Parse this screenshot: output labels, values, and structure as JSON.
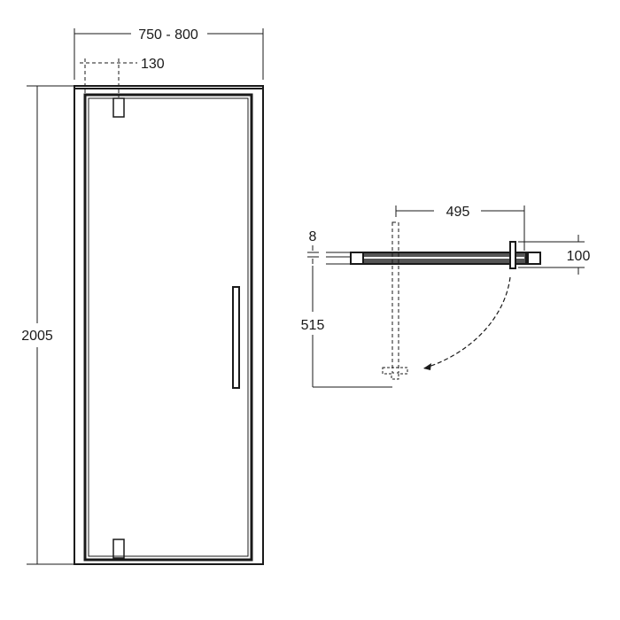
{
  "front_elevation": {
    "width_label": "750 - 800",
    "hinge_offset_label": "130",
    "height_label": "2005"
  },
  "plan_view": {
    "swing_width_label": "495",
    "glass_thickness_label": "8",
    "swing_depth_label": "515",
    "profile_depth_label": "100"
  },
  "colors": {
    "line": "#1a1a1a",
    "dim": "#333333"
  }
}
